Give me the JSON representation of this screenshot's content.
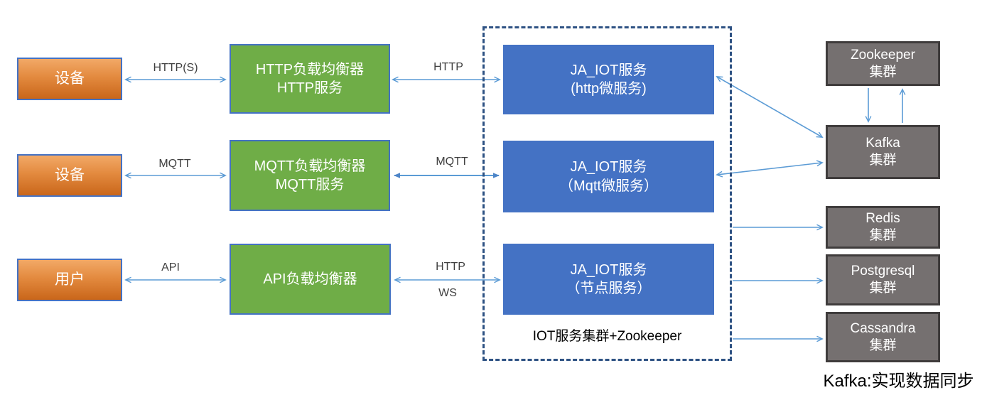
{
  "diagram": {
    "nodes": {
      "device1": {
        "label": "设备"
      },
      "device2": {
        "label": "设备"
      },
      "user": {
        "label": "用户"
      },
      "http_lb": {
        "line1": "HTTP负载均衡器",
        "line2": "HTTP服务"
      },
      "mqtt_lb": {
        "line1": "MQTT负载均衡器",
        "line2": "MQTT服务"
      },
      "api_lb": {
        "line1": "API负载均衡器"
      },
      "iot_http": {
        "line1": "JA_IOT服务",
        "line2": "(http微服务)"
      },
      "iot_mqtt": {
        "line1": "JA_IOT服务",
        "line2": "（Mqtt微服务）"
      },
      "iot_node": {
        "line1": "JA_IOT服务",
        "line2": "（节点服务）"
      },
      "zookeeper": {
        "line1": "Zookeeper",
        "line2": "集群"
      },
      "kafka": {
        "line1": "Kafka",
        "line2": "集群"
      },
      "redis": {
        "line1": "Redis",
        "line2": "集群"
      },
      "postgresql": {
        "line1": "Postgresql",
        "line2": "集群"
      },
      "cassandra": {
        "line1": "Cassandra",
        "line2": "集群"
      }
    },
    "cluster_label": "IOT服务集群+Zookeeper",
    "edge_labels": {
      "https": "HTTP(S)",
      "http_mid1": "HTTP",
      "mqtt_left": "MQTT",
      "mqtt_mid": "MQTT",
      "api": "API",
      "http_mid3": "HTTP",
      "ws": "WS"
    },
    "footnote": "Kafka:实现数据同步",
    "colors": {
      "arrow": "#5B9BD5",
      "orange_top": "#F2A967",
      "orange_bottom": "#C9661A",
      "green": "#6FAD47",
      "blue": "#4472C4",
      "gray": "#757070",
      "gray_border": "#3F3C3C",
      "dashed_border": "#2E5283",
      "label_text": "#3F3F3F"
    }
  }
}
